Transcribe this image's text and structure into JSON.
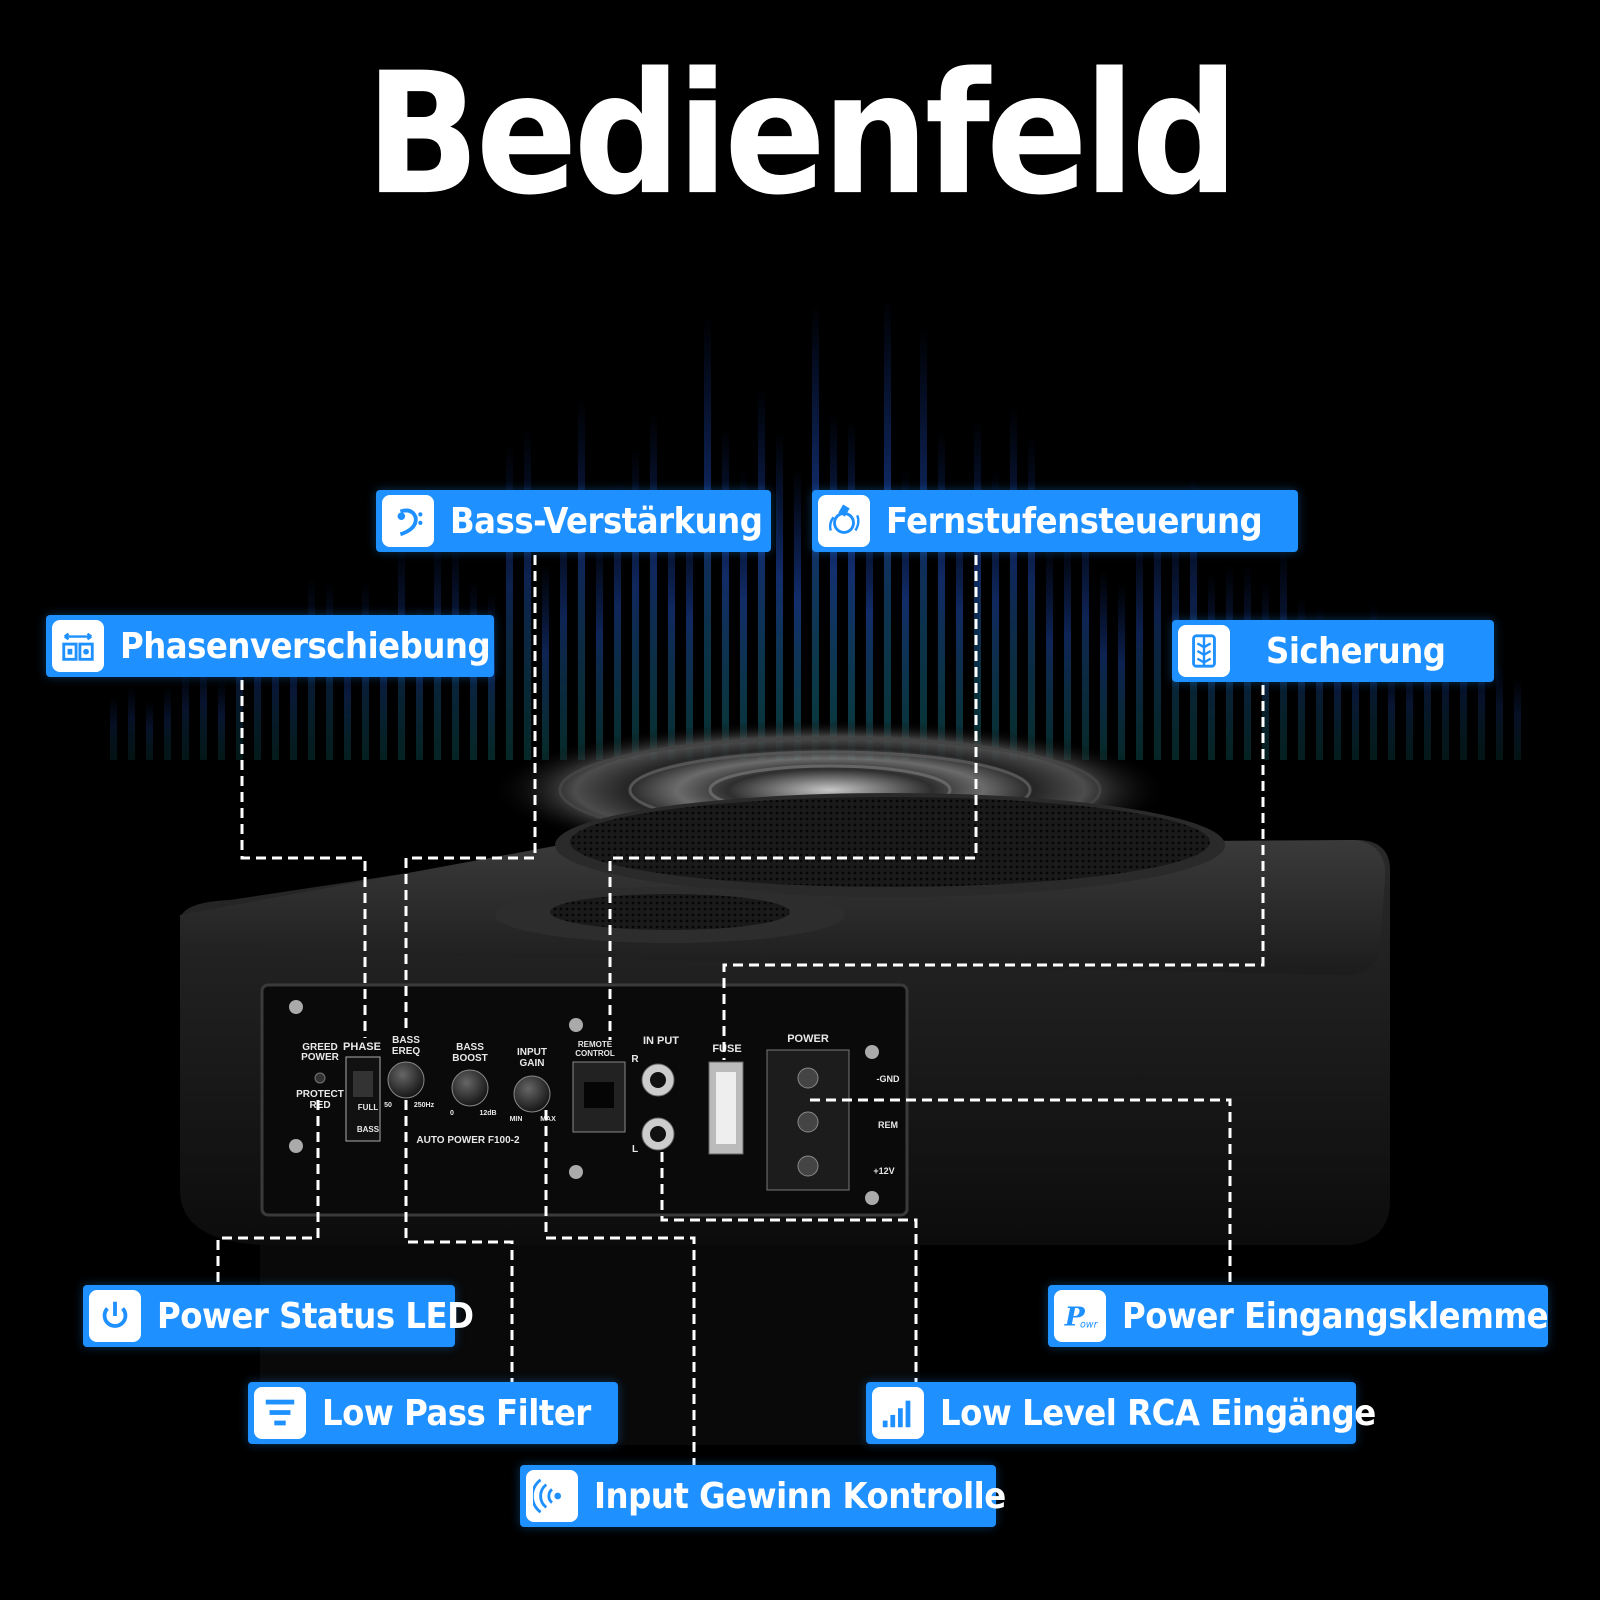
{
  "title": "Bedienfeld",
  "callouts": {
    "bass_boost": {
      "label": "Bass-Verstärkung",
      "icon": "bass-clef-icon"
    },
    "remote": {
      "label": "Fernstufensteuerung",
      "icon": "remote-dial-icon"
    },
    "phase": {
      "label": "Phasenverschiebung",
      "icon": "phase-shift-icon"
    },
    "fuse": {
      "label": "Sicherung",
      "icon": "fuse-icon"
    },
    "power_led": {
      "label": "Power Status LED",
      "icon": "power-icon"
    },
    "power_terminal": {
      "label": "Power Eingangsklemme",
      "icon": "power-terminal-icon"
    },
    "low_pass": {
      "label": "Low Pass Filter",
      "icon": "filter-icon"
    },
    "rca": {
      "label": "Low Level RCA Eingänge",
      "icon": "signal-bars-icon"
    },
    "input_gain": {
      "label": "Input Gewinn Kontrolle",
      "icon": "gain-wave-icon"
    }
  },
  "panel": {
    "greed_power": [
      "GREED",
      "POWER"
    ],
    "protect_red": [
      "PROTECT",
      "RED"
    ],
    "phase": "PHASE",
    "full": "FULL",
    "bass": "BASS",
    "bass_ereq": [
      "BASS",
      "EREQ"
    ],
    "ereq_min": "50",
    "ereq_max": "250Hz",
    "bass_boost": [
      "BASS",
      "BOOST"
    ],
    "boost_min": "0",
    "boost_max": "12dB",
    "input_gain": [
      "INPUT",
      "GAIN"
    ],
    "gain_min": "MIN",
    "gain_max": "MAX",
    "model": "AUTO POWER F100-2",
    "remote_control": [
      "REMOTE",
      "CONTROL"
    ],
    "in_put": "IN PUT",
    "r": "R",
    "l": "L",
    "fuse": "FUSE",
    "power": "POWER",
    "gnd": "-GND",
    "rem": "REM",
    "plus12v": "+12V"
  },
  "colors": {
    "accent": "#1e90ff",
    "background": "#000000"
  }
}
